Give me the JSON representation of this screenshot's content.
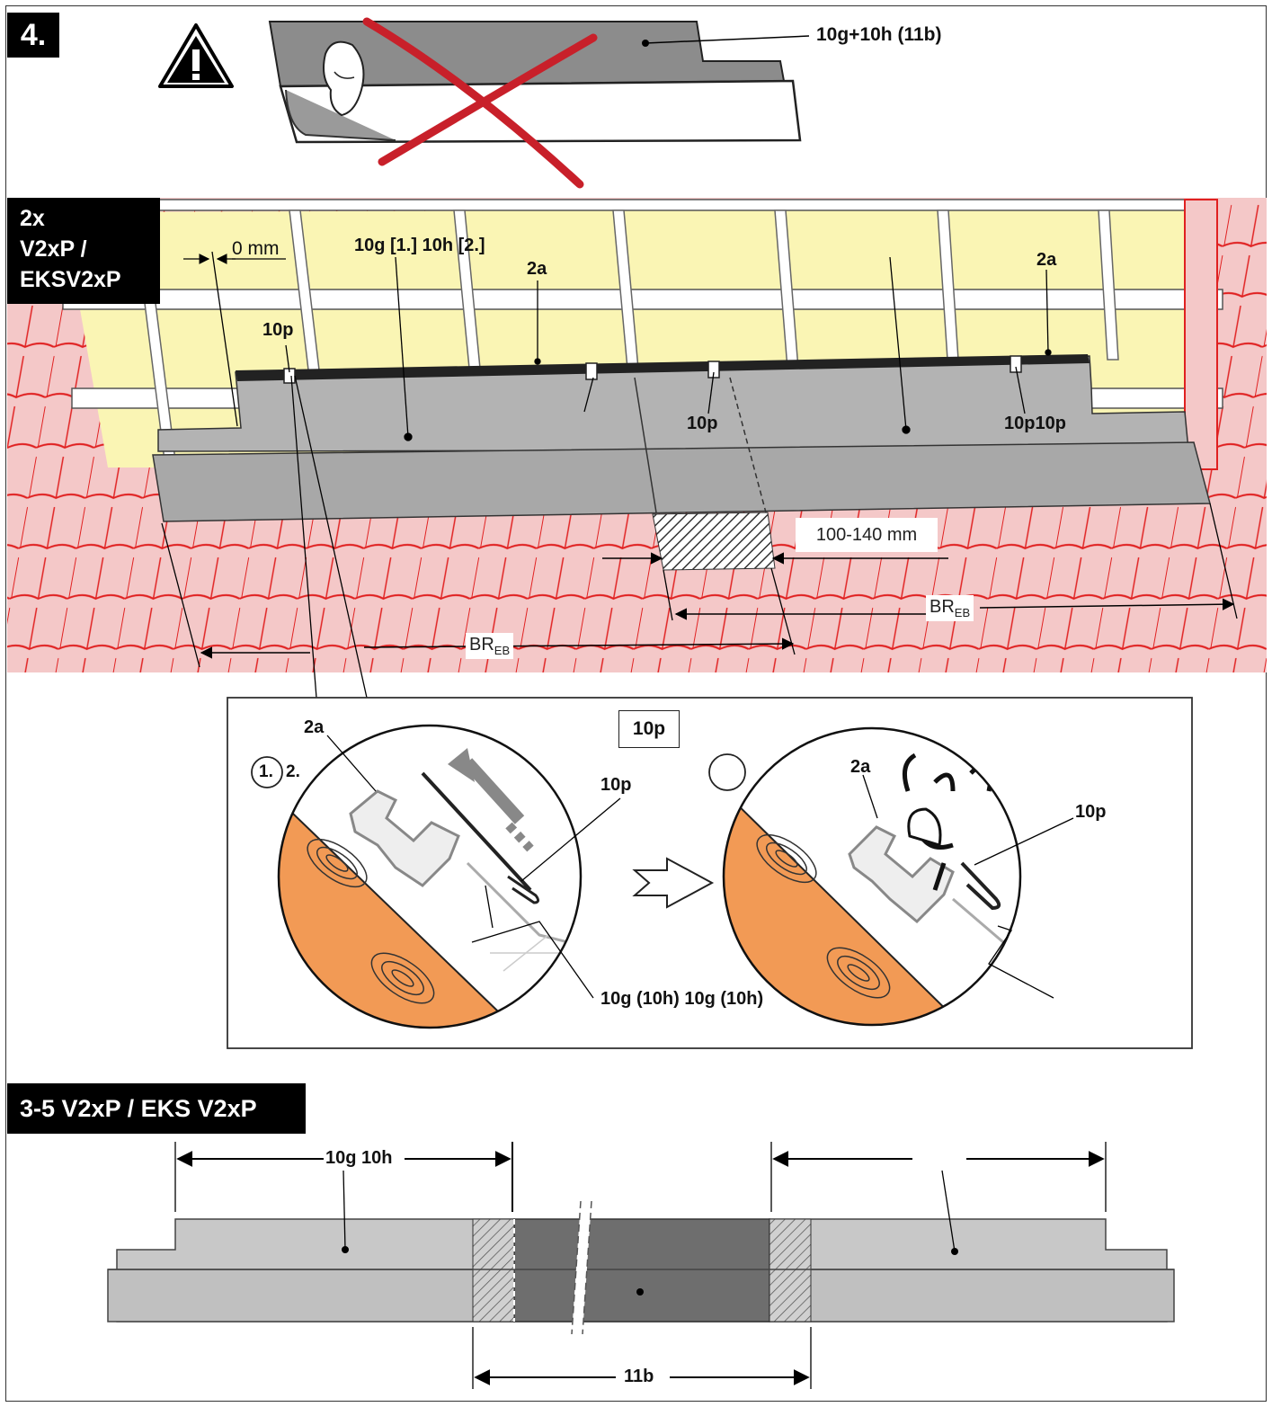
{
  "step": {
    "number": "4."
  },
  "top": {
    "warning_icon": "warning-triangle-icon",
    "label": "10g+10h (11b)"
  },
  "section2": {
    "tag_lines": [
      "2x",
      "V2xP /",
      "EKSV2xP"
    ],
    "labels": {
      "gap": "0 mm",
      "flashing": "10g [1.] 10h [2.]",
      "clip_a_left": "2a",
      "clip_a_right": "2a",
      "clip_p_left": "10p",
      "clip_p_mid": "10p",
      "clip_p_right": "10p10p",
      "overlap": "100-140 mm",
      "br_main": "BR",
      "br_sub": "EB"
    },
    "colors": {
      "tile": "#f4c8c8",
      "tile_line": "#e02020",
      "insulation": "#faf5b4",
      "flashing": "#a8a8a8"
    }
  },
  "detail": {
    "title": "10p",
    "step1": "1.",
    "step2": "2.",
    "label_2a_left": "2a",
    "label_10p_left": "10p",
    "label_2a_right": "2a",
    "label_10p_right": "10p",
    "label_bottom": "10g (10h) 10g (10h)",
    "arrow_icon": "arrow-right-icon",
    "colors": {
      "wood": "#f29a55"
    }
  },
  "section3": {
    "tag": "3-5 V2xP / EKS V2xP",
    "label_left": "10g 10h",
    "label_bottom": "11b"
  }
}
